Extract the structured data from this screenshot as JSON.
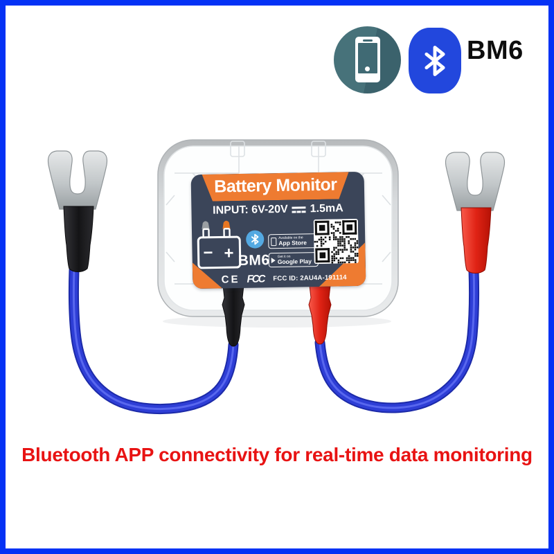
{
  "page": {
    "background": "#ffffff",
    "border_color": "#0532f5"
  },
  "header": {
    "model": "BM6",
    "phone_icon_color": "#47727a",
    "bluetooth_icon_color": "#2247dd"
  },
  "device": {
    "label": {
      "title": "Battery Monitor",
      "input_line": {
        "prefix": "INPUT: 6V-20V",
        "suffix": "1.5mA"
      },
      "model": "BM6",
      "battery_terminal_negative": "−",
      "battery_terminal_positive": "+",
      "app_store_badge": {
        "line1": "Available on the",
        "line2": "App Store"
      },
      "google_play_badge": {
        "line1": "Get it on",
        "line2": "Google Play"
      },
      "ce_mark": "CE",
      "fcc_logo": "FCC",
      "fcc_id": "FCC ID: 2AU4A-191114",
      "colors": {
        "background": "#3b4559",
        "accent_orange": "#ee7b31",
        "bluetooth_blue": "#54a9e2"
      }
    },
    "cable_colors": {
      "wire": "#2e3ed6",
      "left_boot": "#1a1a1d",
      "right_boot": "#e02315"
    }
  },
  "caption": {
    "text": "Bluetooth APP connectivity for real-time data monitoring",
    "color": "#e81313"
  }
}
